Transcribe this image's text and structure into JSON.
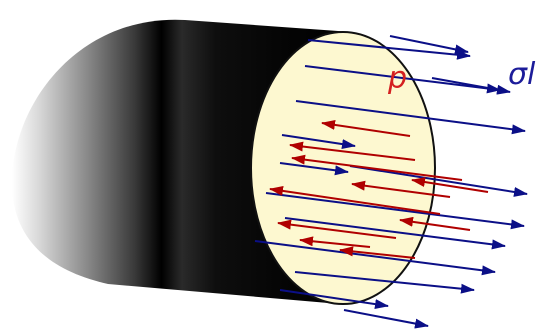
{
  "labels": {
    "pressure": "p",
    "longitudinal_stress": "σl"
  },
  "colors": {
    "cap_fill": "#fdf8d0",
    "cap_stroke": "#111111",
    "stress_arrow": "#0b0f87",
    "pressure_arrow": "#b00000",
    "pressure_label": "#d42020",
    "stress_label": "#1c1c9a",
    "cylinder_dark": "#000000",
    "cylinder_light": "#ffffff"
  },
  "icons": {
    "stress_arrow": "arrow-right",
    "pressure_arrow": "arrow-left"
  }
}
